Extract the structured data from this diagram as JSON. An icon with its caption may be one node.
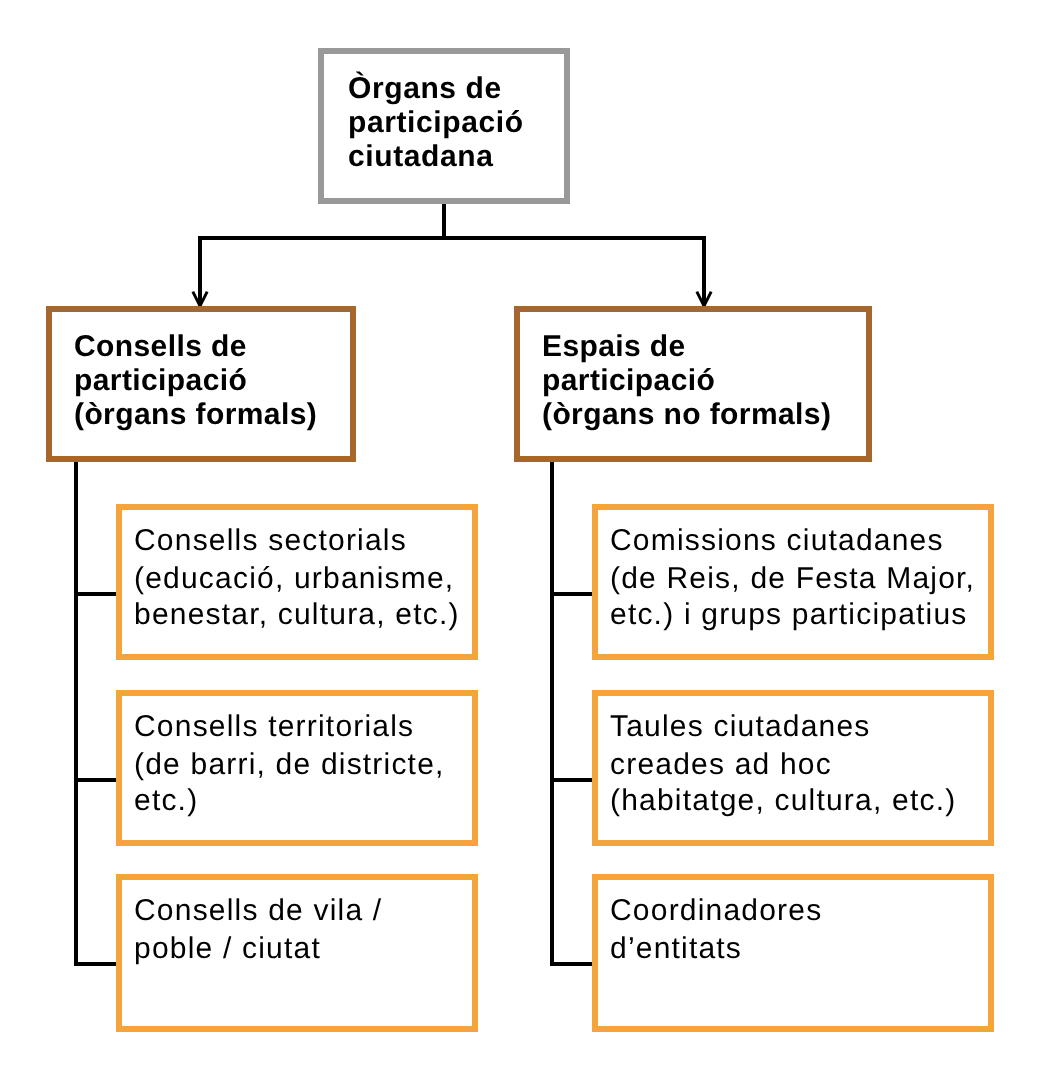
{
  "diagram": {
    "nodes": [
      {
        "text": [
          "Òrgans de participació ciutadana"
        ]
      },
      {
        "text": [
          "Consells de participació (òrgans formals)"
        ]
      },
      {
        "text": [
          "Espais de participació (òrgans no formals)"
        ]
      },
      {
        "text": [
          "Consells sectorials (educació, urbanisme, benestar, cultura, etc.)"
        ]
      },
      {
        "text": [
          "Consells territorials (de barri, de districte, etc.)"
        ]
      },
      {
        "text": [
          "Consells de vila / poble / ciutat"
        ]
      },
      {
        "text": [
          "Comissions ciutadanes (de Reis, de Festa Major, etc.) i grups participatius"
        ]
      },
      {
        "text": [
          "Taules ciutadanes creades ad hoc (habitatge, cultura, etc.)"
        ]
      },
      {
        "text": [
          "Coordinadores d’entitats"
        ]
      }
    ],
    "edges": [
      {
        "from": 0,
        "to": 1,
        "arrow": "to"
      },
      {
        "from": 0,
        "to": 2,
        "arrow": "to"
      },
      {
        "from": 1,
        "to": 3,
        "arrow": "none"
      },
      {
        "from": 1,
        "to": 4,
        "arrow": "none"
      },
      {
        "from": 1,
        "to": 5,
        "arrow": "none"
      },
      {
        "from": 2,
        "to": 6,
        "arrow": "none"
      },
      {
        "from": 2,
        "to": 7,
        "arrow": "none"
      },
      {
        "from": 2,
        "to": 8,
        "arrow": "none"
      }
    ]
  }
}
